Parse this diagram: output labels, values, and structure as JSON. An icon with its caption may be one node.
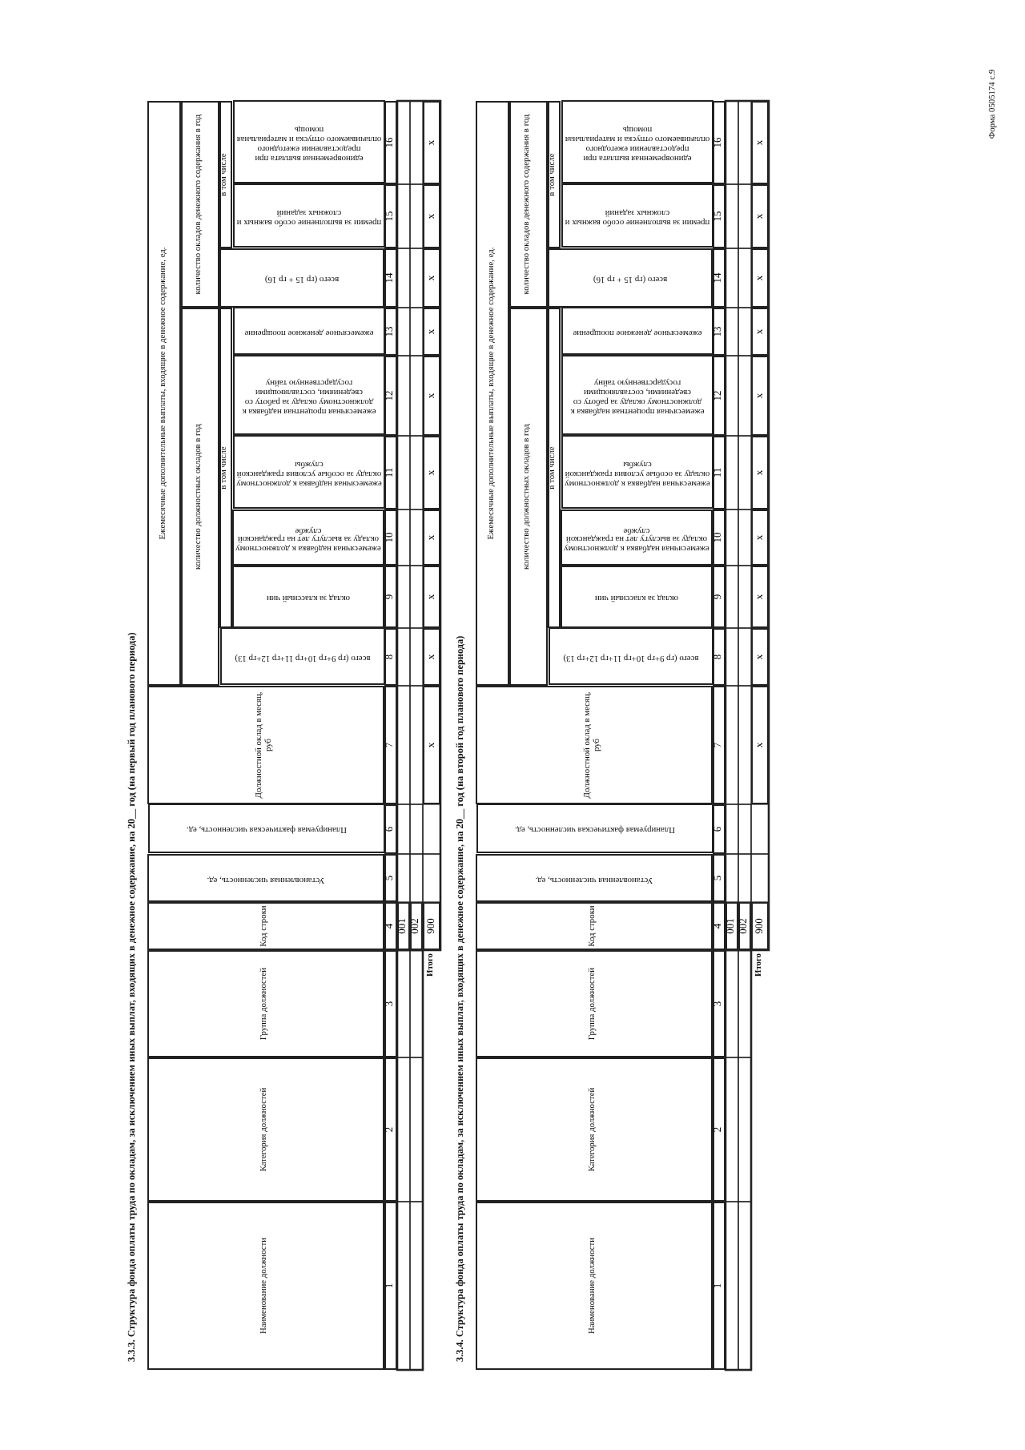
{
  "diagram": {
    "labels": [
      "Форма 0505174 с.9",
      "3.3.3. Структура фонда оплаты труда по окладам, за исключением иных выплат, входящих в денежное содержание, на 20__ год (на первый год планового периода)",
      "Наименование должности",
      "Категория должностей",
      "Группа должностей",
      "Код строки",
      "Установленная численность, ед.",
      "Планируемая фактическая численность, ед.",
      "Должностной оклад в месяц, руб",
      "Ежемесячные дополнительные выплаты, входящие в денежное содержание, ед.",
      "количество должностных окладов в год",
      "количество окладов денежного содержания в год",
      "всего (гр 9+гр 10+гр 11+гр 12+гр 13)",
      "в том числе",
      "всего (гр 15 + гр 16)",
      "в том числе",
      "оклад за классный чин",
      "ежемесячная надбавка к должностному окладу за выслугу лет на гражданской службе",
      "ежемесячная надбавка к должностному окладу за особые условия гражданской службы",
      "ежемесячная процентная надбавка к должностному окладу за работу со сведениями, составляющими государственную тайну",
      "ежемесячное денежное поощрение",
      "премии за выполнение особо важных и сложных заданий",
      "единовременная выплата при предоставлении ежегодного оплачиваемого отпуска и материальная помощь",
      "1",
      "2",
      "3",
      "4",
      "5",
      "6",
      "7",
      "8",
      "9",
      "10",
      "11",
      "12",
      "13",
      "14",
      "15",
      "16",
      "001",
      "002",
      "Итого",
      "900",
      "x",
      "x",
      "x",
      "x",
      "x",
      "x",
      "x",
      "x",
      "x",
      "x",
      "3.3.4. Структура фонда оплаты труда по окладам, за исключением иных выплат, входящих в денежное содержание, на 20__ год (на второй год планового периода)",
      "Наименование должности",
      "Категория должностей",
      "Группа должностей",
      "Код строки",
      "Установленная численность, ед.",
      "Планируемая фактическая численность, ед.",
      "Должностной оклад в месяц, руб",
      "Ежемесячные дополнительные выплаты, входящие в денежное содержание, ед.",
      "количество должностных окладов в год",
      "количество окладов денежного содержания в год",
      "всего (гр 9+гр 10+гр 11+гр 12+гр 13)",
      "в том числе",
      "всего (гр 15 + гр 16)",
      "в том числе",
      "оклад за классный чин",
      "ежемесячная надбавка к должностному окладу за выслугу лет на гражданской службе",
      "ежемесячная надбавка к должностному окладу за особые условия гражданской службы",
      "ежемесячная процентная надбавка к должностному окладу за работу со сведениями, составляющими государственную тайну",
      "ежемесячное денежное поощрение",
      "премии за выполнение особо важных и сложных заданий",
      "единовременная выплата при предоставлении ежегодного оплачиваемого отпуска и материальная помощь",
      "1",
      "2",
      "3",
      "4",
      "5",
      "6",
      "7",
      "8",
      "9",
      "10",
      "11",
      "12",
      "13",
      "14",
      "15",
      "16",
      "001",
      "002",
      "Итого",
      "900",
      "x",
      "x",
      "x",
      "x",
      "x",
      "x",
      "x",
      "x",
      "x",
      "x"
    ]
  }
}
